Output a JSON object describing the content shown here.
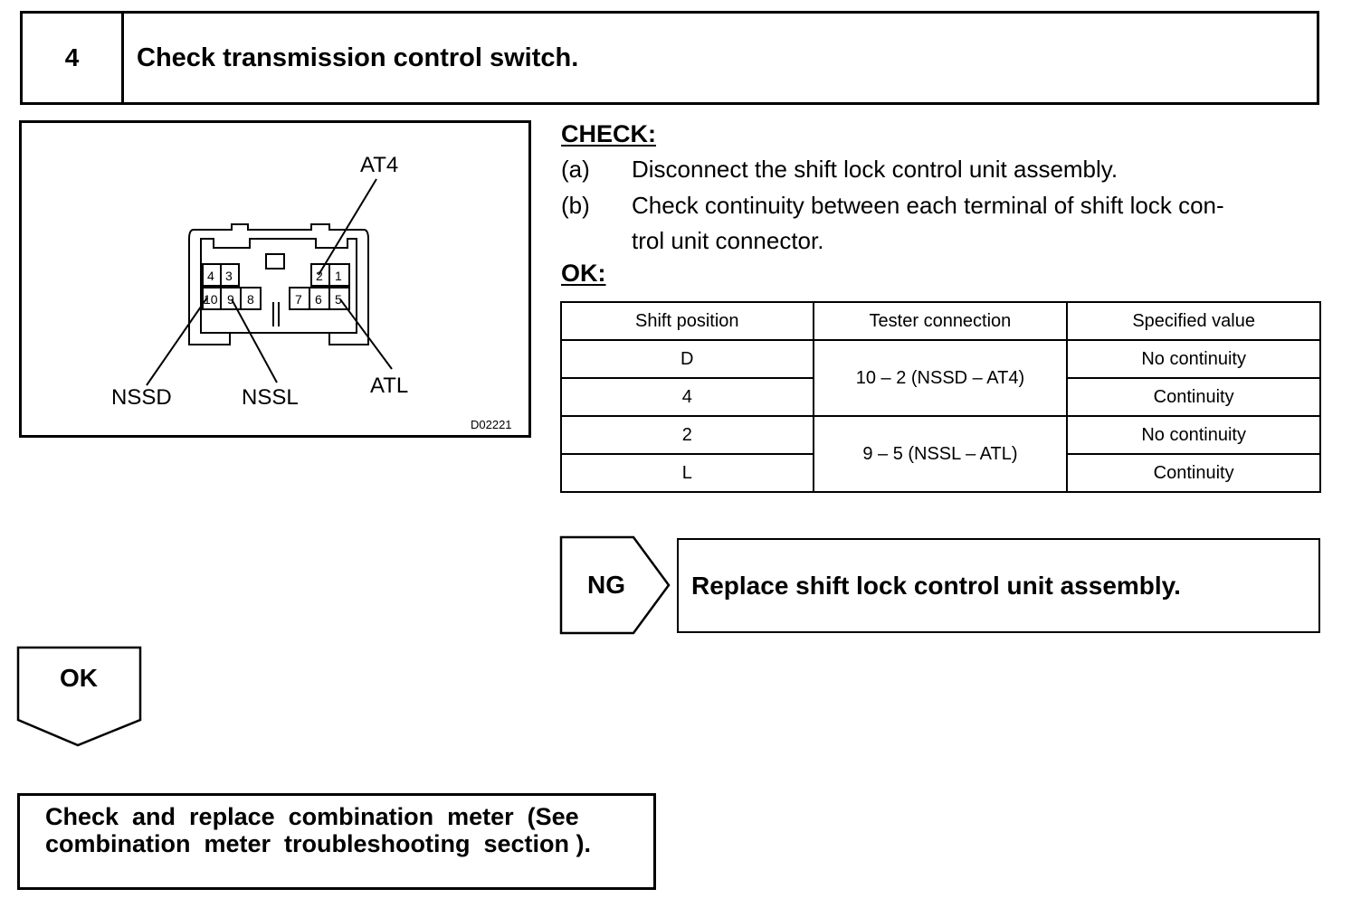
{
  "step": {
    "number": "4",
    "title": "Check transmission control switch."
  },
  "figure": {
    "code": "D02221",
    "labels": {
      "at4": "AT4",
      "nssd": "NSSD",
      "nssl": "NSSL",
      "atl": "ATL"
    },
    "pins": {
      "p4": "4",
      "p3": "3",
      "p2": "2",
      "p1": "1",
      "p10": "10",
      "p9": "9",
      "p8": "8",
      "p7": "7",
      "p6": "6",
      "p5": "5"
    }
  },
  "check": {
    "heading": "CHECK:",
    "steps": [
      {
        "letter": "(a)",
        "text": "Disconnect the shift lock control unit assembly."
      },
      {
        "letter": "(b)",
        "line1": "Check continuity between each terminal of shift lock con-",
        "line2": "trol unit connector."
      }
    ]
  },
  "ok_heading": "OK:",
  "table": {
    "headers": [
      "Shift position",
      "Tester connection",
      "Specified value"
    ],
    "rows": [
      {
        "position": "D",
        "value": "No continuity"
      },
      {
        "position": "4",
        "value": "Continuity"
      },
      {
        "position": "2",
        "value": "No continuity"
      },
      {
        "position": "L",
        "value": "Continuity"
      }
    ],
    "connections": [
      "10 – 2 (NSSD – AT4)",
      "9 – 5 (NSSL – ATL)"
    ]
  },
  "ng": {
    "label": "NG",
    "result": "Replace shift lock control unit assembly."
  },
  "ok": {
    "label": "OK"
  },
  "final": {
    "line1": "Check  and  replace  combination  meter  (See",
    "line2": "combination  meter  troubleshooting  section )."
  },
  "colors": {
    "ink": "#000000",
    "paper": "#ffffff"
  }
}
